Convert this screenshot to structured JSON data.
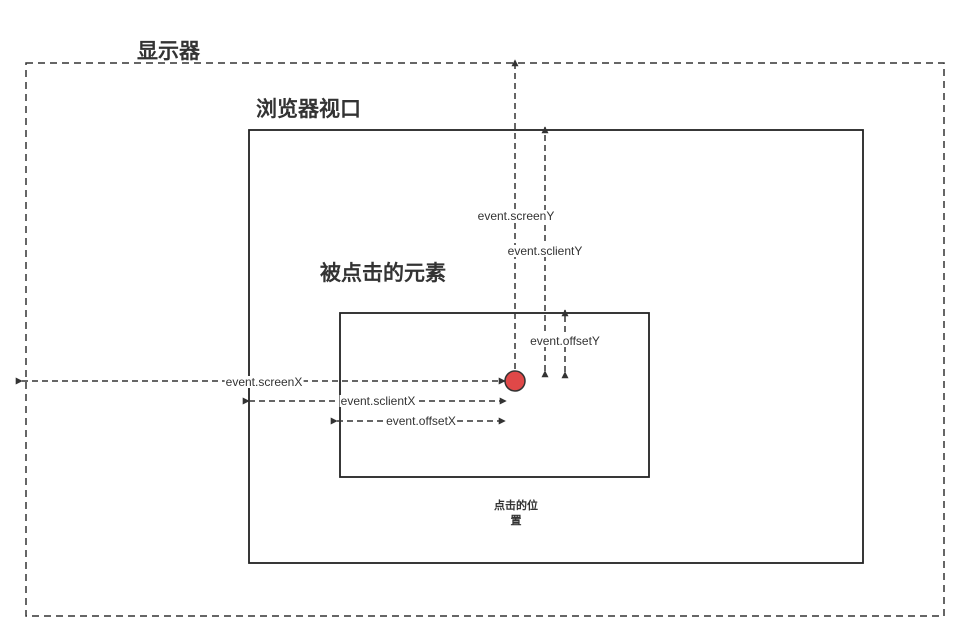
{
  "titles": {
    "monitor": "显示器",
    "viewport": "浏览器视口",
    "element": "被点击的元素"
  },
  "labels": {
    "screen_y": "event.screenY",
    "client_y": "event.sclientY",
    "offset_y": "event.offsetY",
    "screen_x": "event.screenX",
    "client_x": "event.sclientX",
    "offset_x": "event.offsetX"
  },
  "caption": {
    "line1": "点击的位",
    "line2": "置"
  },
  "colors": {
    "stroke": "#333333",
    "click_point": "#e04848"
  }
}
